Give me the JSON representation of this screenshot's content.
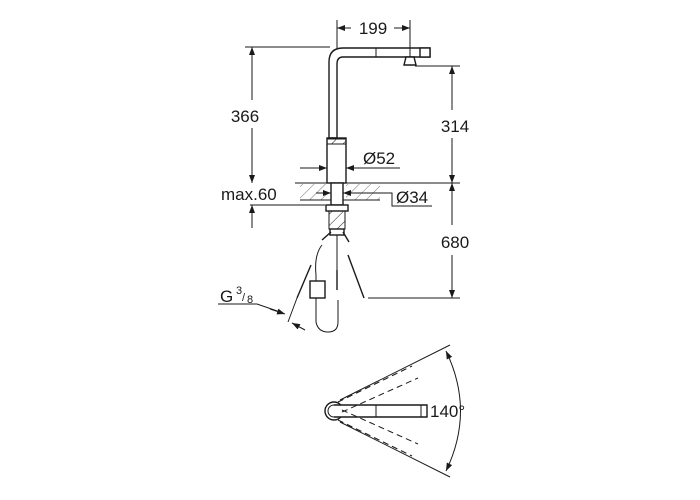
{
  "dimensions": {
    "spout_reach": "199",
    "total_height": "366",
    "spout_height": "314",
    "base_diameter": "Ø52",
    "max_counter_thickness": "max.60",
    "hole_diameter": "Ø34",
    "hose_length": "680",
    "connection_thread_prefix": "G",
    "connection_thread_num": "3",
    "connection_thread_den": "8",
    "swivel_angle": "140°"
  },
  "colors": {
    "line": "#1a1a1a",
    "background": "#ffffff"
  }
}
